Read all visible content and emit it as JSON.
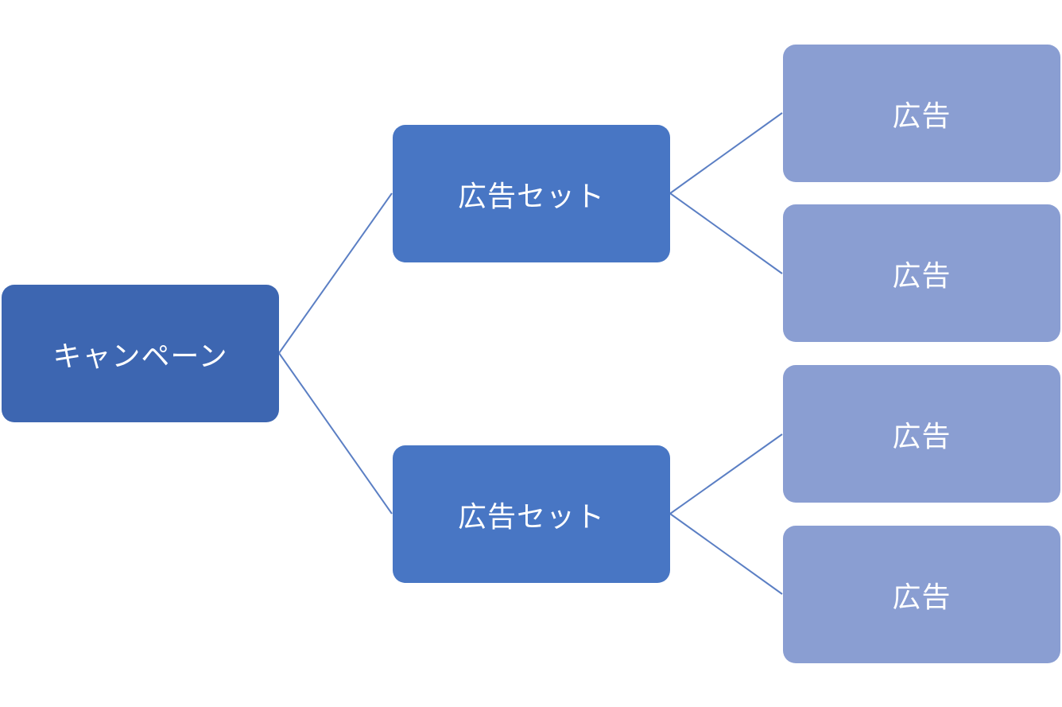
{
  "colors": {
    "campaign": "#3d66b1",
    "adset": "#4876c4",
    "ad": "#8a9ed2",
    "connector": "#5b7fc4"
  },
  "diagram": {
    "campaign": {
      "label": "キャンペーン"
    },
    "adsets": [
      {
        "label": "広告セット"
      },
      {
        "label": "広告セット"
      }
    ],
    "ads": [
      {
        "label": "広告"
      },
      {
        "label": "広告"
      },
      {
        "label": "広告"
      },
      {
        "label": "広告"
      }
    ]
  }
}
